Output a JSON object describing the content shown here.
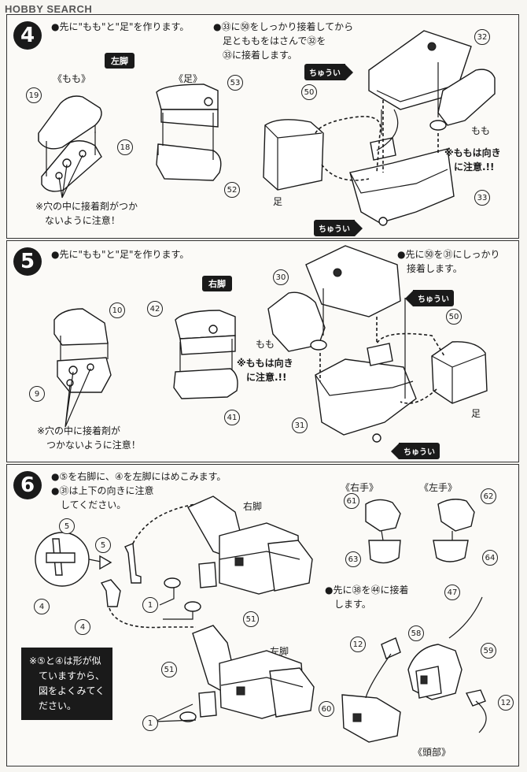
{
  "watermark": "HOBBY SEARCH",
  "step4": {
    "badge": "4",
    "instruction_left": "●先に\"もも\"と\"足\"を作ります。",
    "instruction_right": "●㉝に㊿をしっかり接着してから\n　足とももをはさんで㉜を\n　㉝に接着します。",
    "tag": "左脚",
    "label_momo": "《もも》",
    "label_ashi": "《足》",
    "note_bottom": "※穴の中に接着剤がつか\n　ないように注意！",
    "note_right": "※ももは向き\n　に注意.!!",
    "word_momo": "もも",
    "word_ashi": "足",
    "caution1": "ちゅうい",
    "caution2": "ちゅうい",
    "parts": {
      "p19": "19",
      "p18": "18",
      "p53": "53",
      "p52": "52",
      "p50": "50",
      "p32": "32",
      "p33": "33"
    }
  },
  "step5": {
    "badge": "5",
    "instruction_left": "●先に\"もも\"と\"足\"を作ります。",
    "instruction_right": "●先に㊿を㉛にしっかり\n　接着します。",
    "tag": "右脚",
    "note_bottom": "※穴の中に接着剤が\n　つかないように注意！",
    "note_right": "※ももは向き\n　に注意.!!",
    "word_momo": "もも",
    "word_ashi": "足",
    "caution1": "ちゅうい",
    "caution2": "ちゅうい",
    "parts": {
      "p10": "10",
      "p9": "9",
      "p42": "42",
      "p41": "41",
      "p30": "30",
      "p50": "50",
      "p31": "31"
    }
  },
  "step6": {
    "badge": "6",
    "instruction": "●⑤を右脚に、④を左脚にはめこみます。\n●㉛は上下の向きに注意\n　してください。",
    "label_right_leg": "右脚",
    "label_left_leg": "左脚",
    "label_right_hand": "《右手》",
    "label_left_hand": "《左手》",
    "head_instruction": "●先に㊳を㊹に接着\n　します。",
    "label_head": "《頭部》",
    "note_box": "※⑤と④は形が似\n　ていますから、\n　図をよくみてく\n　ださい。",
    "parts": {
      "p5a": "5",
      "p5b": "5",
      "p4a": "4",
      "p4b": "4",
      "p1a": "1",
      "p1b": "1",
      "p51a": "51",
      "p51b": "51",
      "p61": "61",
      "p62": "62",
      "p63": "63",
      "p64": "64",
      "p47": "47",
      "p58": "58",
      "p59": "59",
      "p12a": "12",
      "p12b": "12",
      "p60": "60"
    }
  }
}
